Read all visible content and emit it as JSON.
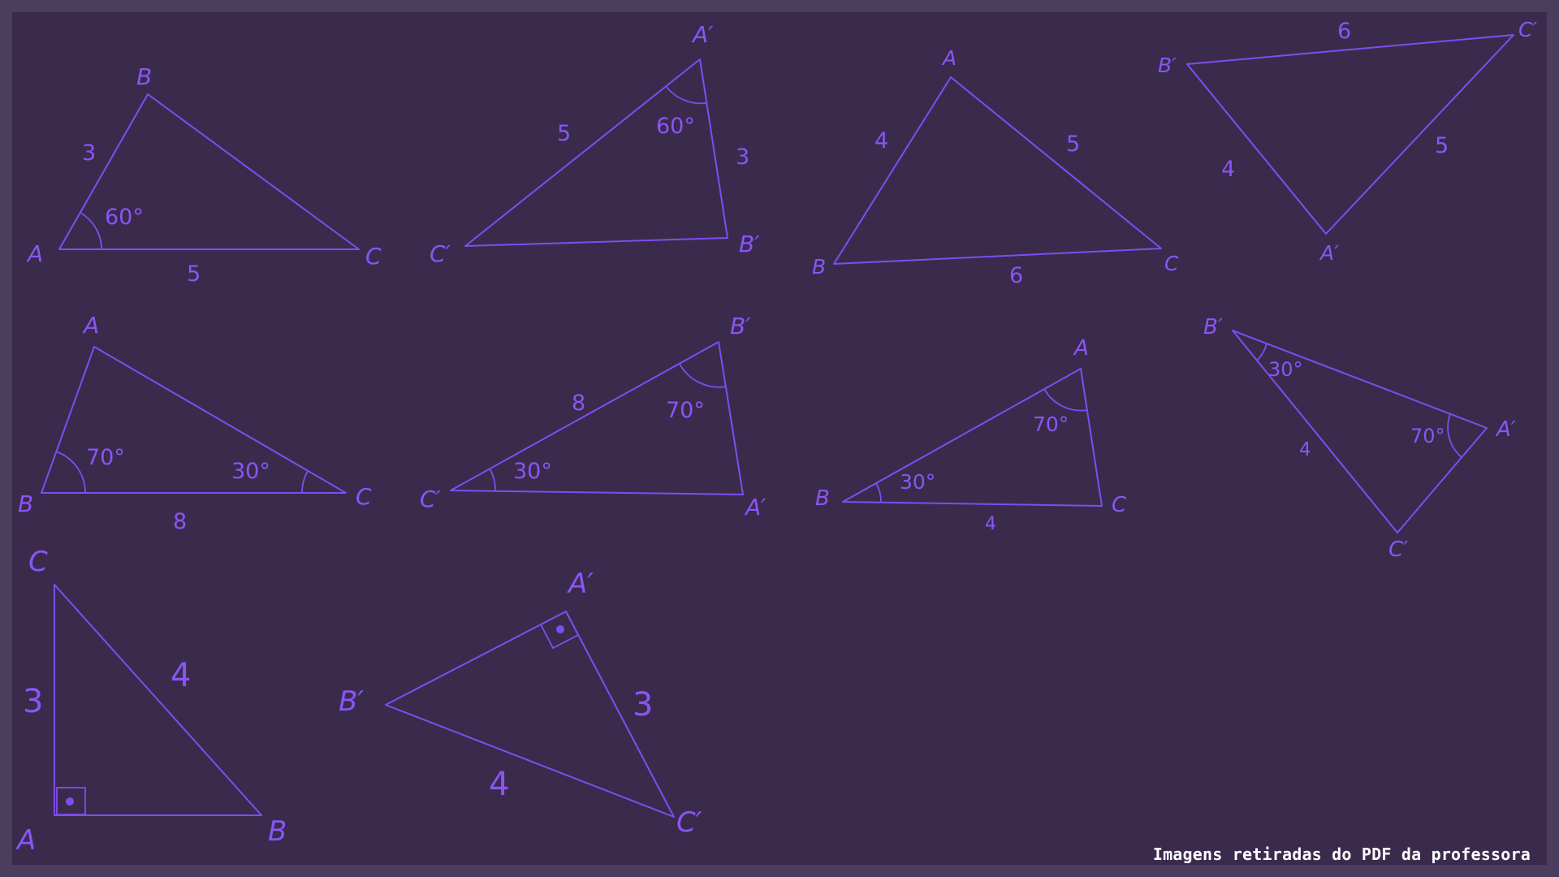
{
  "figures": {
    "f1": {
      "vA": "A",
      "vB": "B",
      "vC": "C",
      "s1": "3",
      "s2": "5",
      "ang": "60°"
    },
    "f2": {
      "vA": "A′",
      "vB": "B′",
      "vC": "C′",
      "s1": "5",
      "s2": "3",
      "ang": "60°"
    },
    "f3": {
      "vA": "A",
      "vB": "B",
      "vC": "C",
      "s1": "4",
      "s2": "5",
      "s3": "6"
    },
    "f4": {
      "vA": "A′",
      "vB": "B′",
      "vC": "C′",
      "s1": "6",
      "s2": "4",
      "s3": "5"
    },
    "f5": {
      "vA": "A",
      "vB": "B",
      "vC": "C",
      "s1": "8",
      "ang1": "70°",
      "ang2": "30°"
    },
    "f6": {
      "vA": "A′",
      "vB": "B′",
      "vC": "C′",
      "s1": "8",
      "ang1": "70°",
      "ang2": "30°"
    },
    "f7": {
      "vA": "A",
      "vB": "B",
      "vC": "C",
      "s1": "4",
      "ang1": "70°",
      "ang2": "30°"
    },
    "f8": {
      "vA": "A′",
      "vB": "B′",
      "vC": "C′",
      "s1": "4",
      "ang1": "30°",
      "ang2": "70°"
    },
    "f9": {
      "vA": "A",
      "vB": "B",
      "vC": "C",
      "s1": "3",
      "s2": "4"
    },
    "f10": {
      "vA": "A′",
      "vB": "B′",
      "vC": "C′",
      "s1": "3",
      "s2": "4"
    }
  },
  "credit": "Imagens retiradas do PDF da professora"
}
